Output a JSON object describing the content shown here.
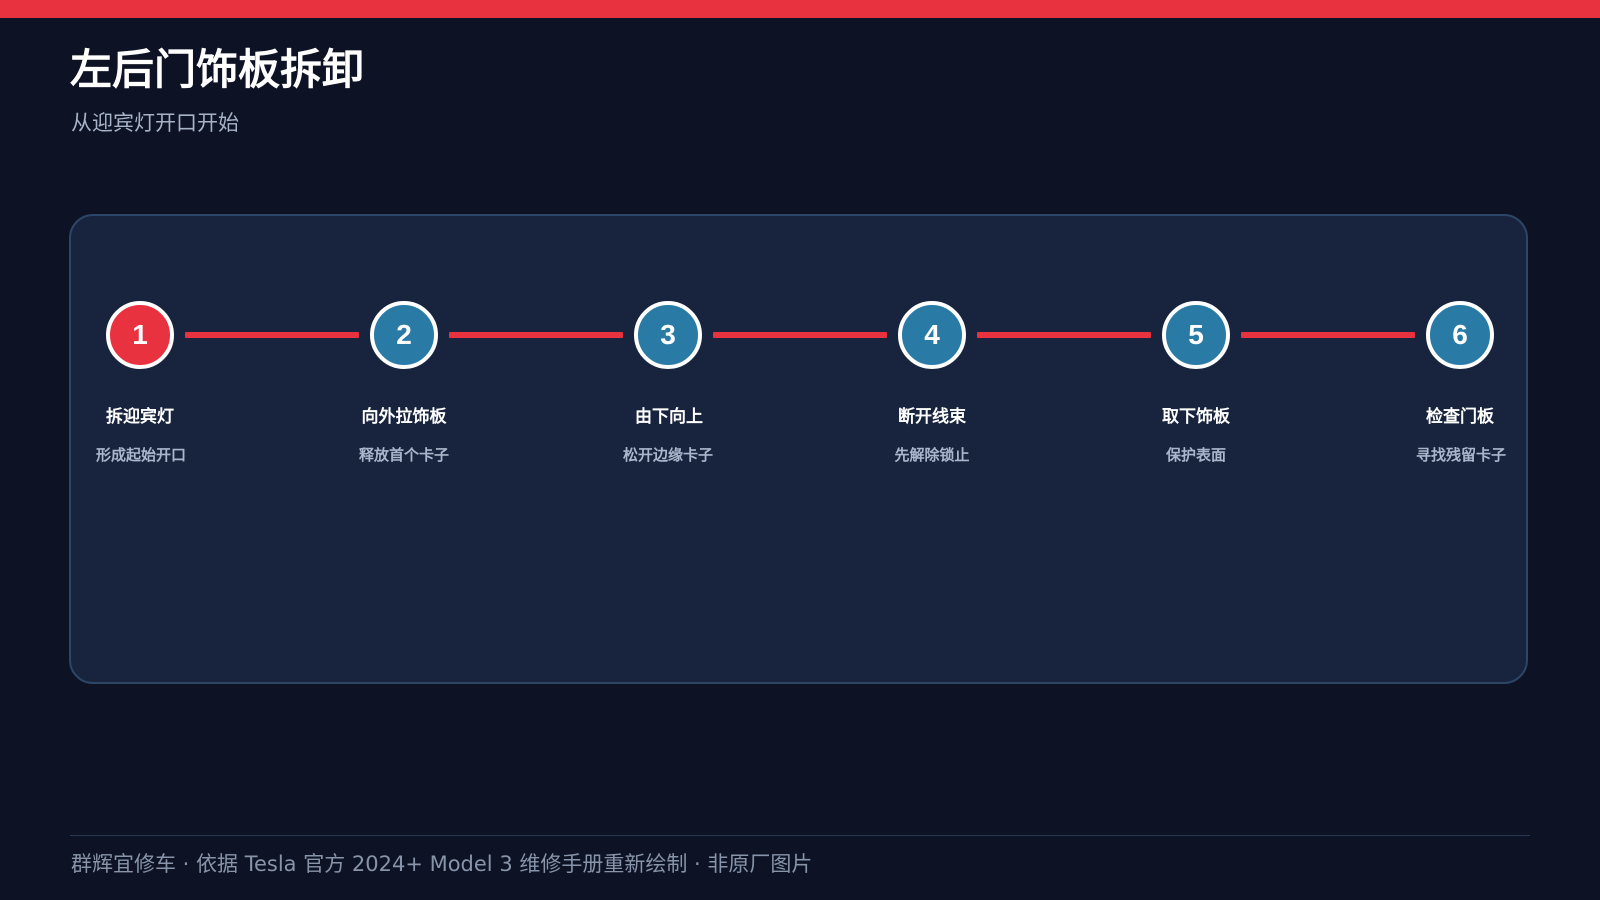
{
  "header": {
    "title": "左后门饰板拆卸",
    "subtitle": "从迎宾灯开口开始"
  },
  "colors": {
    "accent": "#e8323f",
    "step": "#2a7aa6",
    "background": "#0d1224",
    "panel": "#18233d"
  },
  "steps": [
    {
      "number": "1",
      "title": "拆迎宾灯",
      "desc": "形成起始开口",
      "active": true
    },
    {
      "number": "2",
      "title": "向外拉饰板",
      "desc": "释放首个卡子",
      "active": false
    },
    {
      "number": "3",
      "title": "由下向上",
      "desc": "松开边缘卡子",
      "active": false
    },
    {
      "number": "4",
      "title": "断开线束",
      "desc": "先解除锁止",
      "active": false
    },
    {
      "number": "5",
      "title": "取下饰板",
      "desc": "保护表面",
      "active": false
    },
    {
      "number": "6",
      "title": "检查门板",
      "desc": "寻找残留卡子",
      "active": false
    }
  ],
  "footer": {
    "text": "群辉宜修车 · 依据 Tesla 官方 2024+ Model 3 维修手册重新绘制 · 非原厂图片"
  }
}
